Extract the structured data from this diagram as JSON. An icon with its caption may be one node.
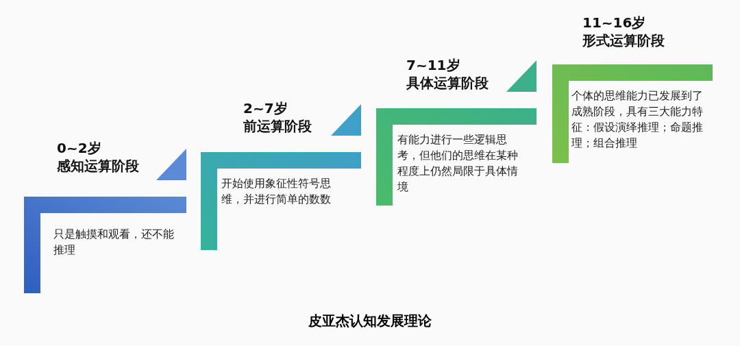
{
  "diagram": {
    "caption": "皮亚杰认知发展理论",
    "nodes": [
      {
        "text": [
          "0~2岁",
          "感知运算阶段",
          "只是触摸和观看，还不能推理"
        ]
      },
      {
        "text": [
          "2~7岁",
          "前运算阶段",
          "开始使用象征性符号思维，并进行简单的数数"
        ]
      },
      {
        "text": [
          "7~11岁",
          "具体运算阶段",
          "有能力进行一些逻辑思考，但他们的思维在某种程度上仍然局限于具体情境"
        ]
      },
      {
        "text": [
          "11~16岁",
          "形式运算阶段",
          "个体的思维能力已发展到了成熟阶段，具有三大能力特征：假设演绎推理；命题推理；组合推理"
        ]
      }
    ],
    "edges": []
  }
}
